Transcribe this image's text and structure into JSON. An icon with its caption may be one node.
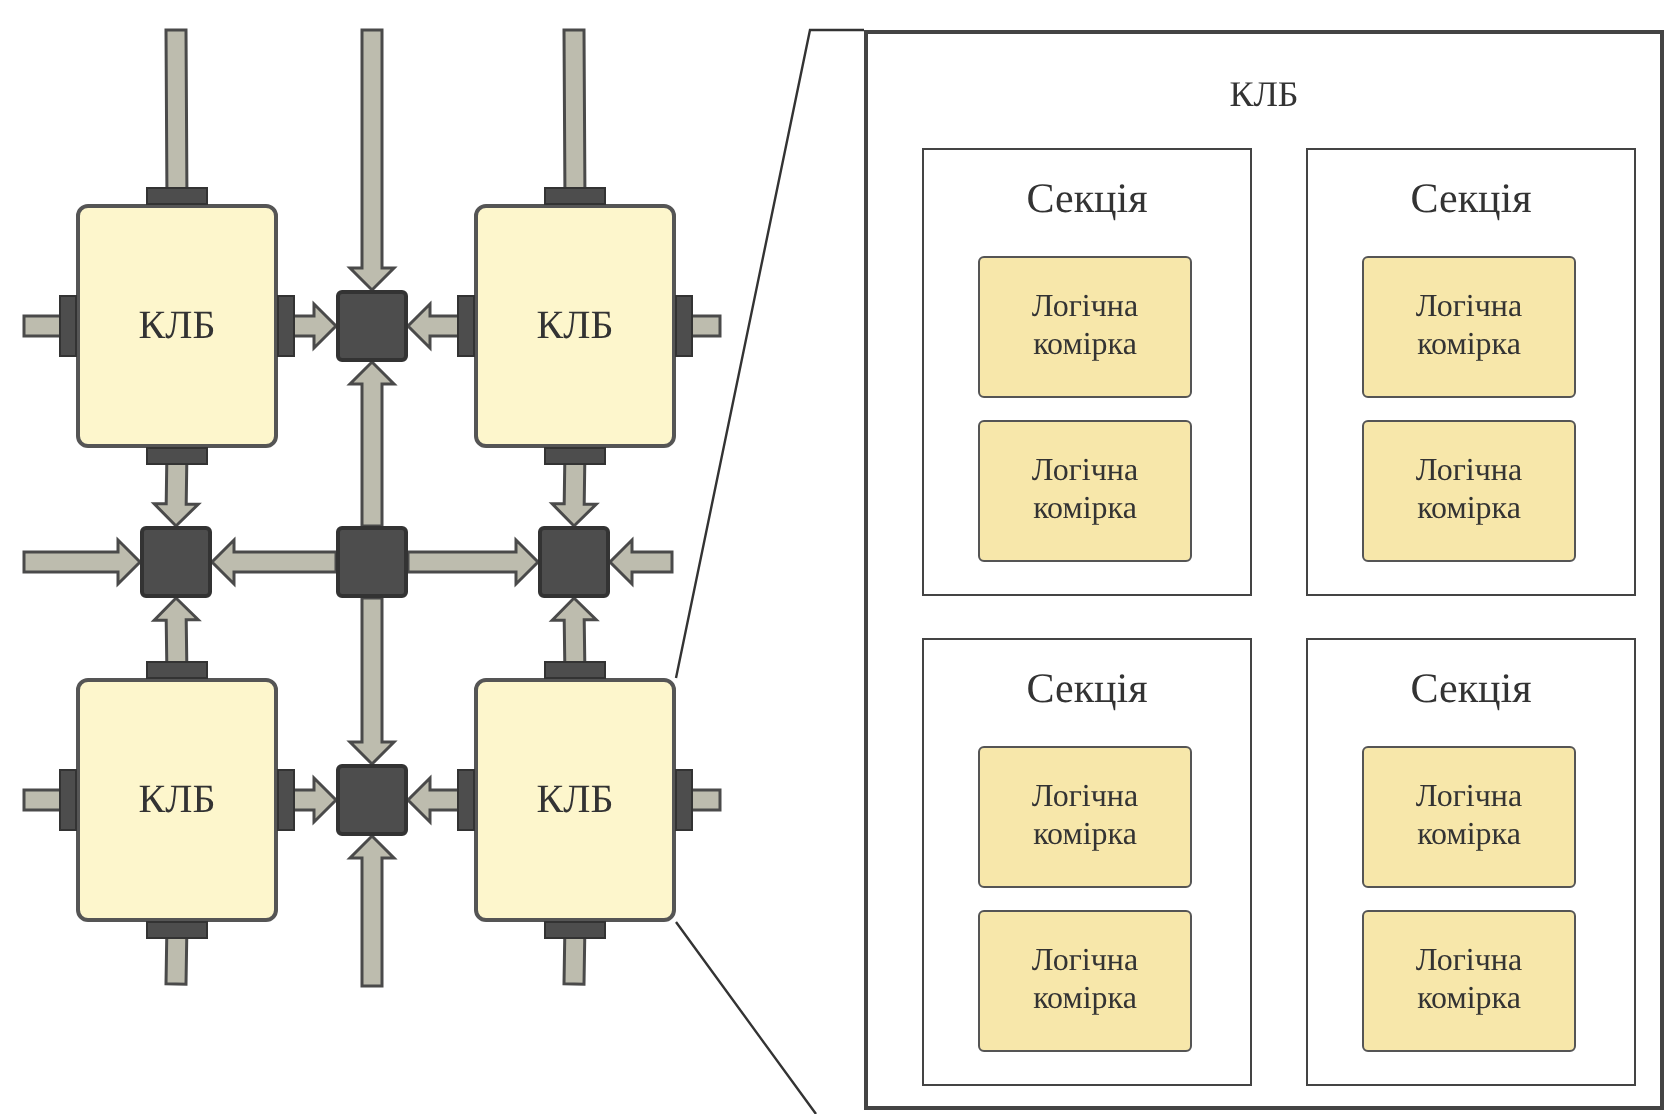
{
  "diagram": {
    "nodes": [
      {
        "text": [
          "КЛБ"
        ]
      },
      {
        "text": [],
        "shape": "box"
      },
      {
        "text": [
          "КЛБ"
        ]
      },
      {
        "text": [],
        "shape": "box"
      },
      {
        "text": [],
        "shape": "box"
      },
      {
        "text": [],
        "shape": "box"
      },
      {
        "text": [
          "КЛБ"
        ]
      },
      {
        "text": [],
        "shape": "box"
      },
      {
        "text": [
          "КЛБ"
        ]
      },
      {
        "text": [
          "КЛБ"
        ]
      },
      {
        "text": [
          "Секція"
        ],
        "in": 9
      },
      {
        "text": [
          "Логічна комірка"
        ],
        "in": 10
      },
      {
        "text": [
          "Логічна комірка"
        ],
        "in": 10
      },
      {
        "text": [
          "Секція"
        ],
        "in": 9
      },
      {
        "text": [
          "Логічна комірка"
        ],
        "in": 13
      },
      {
        "text": [
          "Логічна комірка"
        ],
        "in": 13
      },
      {
        "text": [
          "Секція"
        ],
        "in": 9
      },
      {
        "text": [
          "Логічна комірка"
        ],
        "in": 16
      },
      {
        "text": [
          "Логічна комірка"
        ],
        "in": 16
      },
      {
        "text": [
          "Секція"
        ],
        "in": 9
      },
      {
        "text": [
          "Логічна комірка"
        ],
        "in": 19
      },
      {
        "text": [
          "Логічна комірка"
        ],
        "in": 19
      }
    ],
    "edges": [
      {
        "from": null,
        "to": 1,
        "arrow": "to"
      },
      {
        "from": 0,
        "to": 1,
        "arrow": "to"
      },
      {
        "from": 2,
        "to": 1,
        "arrow": "to"
      },
      {
        "from": 4,
        "to": 1,
        "arrow": "to"
      },
      {
        "from": 0,
        "to": 3,
        "arrow": "to"
      },
      {
        "from": 2,
        "to": 5,
        "arrow": "to"
      },
      {
        "from": null,
        "to": 3,
        "arrow": "to"
      },
      {
        "from": 4,
        "to": 3,
        "arrow": "to"
      },
      {
        "from": 4,
        "to": 5,
        "arrow": "to"
      },
      {
        "from": null,
        "to": 5,
        "arrow": "to"
      },
      {
        "from": 6,
        "to": 3,
        "arrow": "to"
      },
      {
        "from": 8,
        "to": 5,
        "arrow": "to"
      },
      {
        "from": 4,
        "to": 7,
        "arrow": "to"
      },
      {
        "from": null,
        "to": 7,
        "arrow": "to"
      },
      {
        "from": 6,
        "to": 7,
        "arrow": "to"
      },
      {
        "from": 8,
        "to": 7,
        "arrow": "to"
      },
      {
        "from": 0,
        "to": null,
        "arrow": "none"
      },
      {
        "from": 0,
        "to": null,
        "arrow": "none"
      },
      {
        "from": 2,
        "to": null,
        "arrow": "none"
      },
      {
        "from": 2,
        "to": null,
        "arrow": "none"
      },
      {
        "from": 6,
        "to": null,
        "arrow": "none"
      },
      {
        "from": 6,
        "to": null,
        "arrow": "none"
      },
      {
        "from": 8,
        "to": null,
        "arrow": "none"
      },
      {
        "from": 8,
        "to": null,
        "arrow": "none"
      }
    ]
  }
}
